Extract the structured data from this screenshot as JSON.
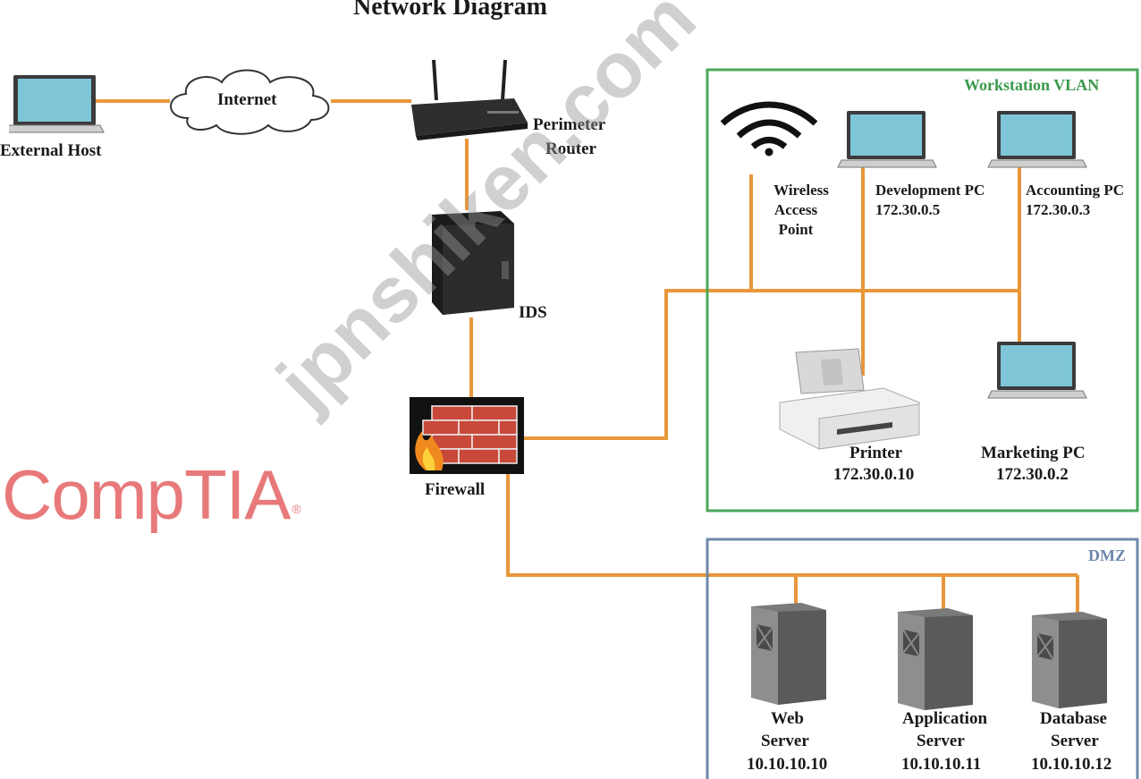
{
  "title": "Network Diagram",
  "brand": {
    "name": "CompTIA",
    "mark": "®"
  },
  "watermark": "jpnshiken.com",
  "zones": {
    "workstation": {
      "title": "Workstation VLAN",
      "border_color": "#4aa85a"
    },
    "dmz": {
      "title": "DMZ",
      "border_color": "#6e88aa"
    }
  },
  "colors": {
    "link": "#e8973a"
  },
  "nodes": {
    "external_host": {
      "name": "External Host",
      "icon": "laptop-icon"
    },
    "internet": {
      "name": "Internet",
      "icon": "cloud-icon"
    },
    "router": {
      "line1": "Perimeter",
      "line2": "Router",
      "icon": "router-icon"
    },
    "ids": {
      "name": "IDS",
      "icon": "server-tower-icon"
    },
    "firewall": {
      "name": "Firewall",
      "icon": "firewall-icon"
    },
    "wap": {
      "line1": "Wireless",
      "line2": "Access",
      "line3": "Point",
      "icon": "wifi-icon"
    },
    "dev_pc": {
      "name": "Development PC",
      "ip": "172.30.0.5",
      "icon": "laptop-icon"
    },
    "acct_pc": {
      "name": "Accounting PC",
      "ip": "172.30.0.3",
      "icon": "laptop-icon"
    },
    "printer": {
      "name": "Printer",
      "ip": "172.30.0.10",
      "icon": "printer-icon"
    },
    "mkt_pc": {
      "name": "Marketing PC",
      "ip": "172.30.0.2",
      "icon": "laptop-icon"
    },
    "web": {
      "line1": "Web",
      "line2": "Server",
      "ip": "10.10.10.10",
      "icon": "server-icon"
    },
    "app": {
      "line1": "Application",
      "line2": "Server",
      "ip": "10.10.10.11",
      "icon": "server-icon"
    },
    "db": {
      "line1": "Database",
      "line2": "Server",
      "ip": "10.10.10.12",
      "icon": "server-icon"
    }
  }
}
